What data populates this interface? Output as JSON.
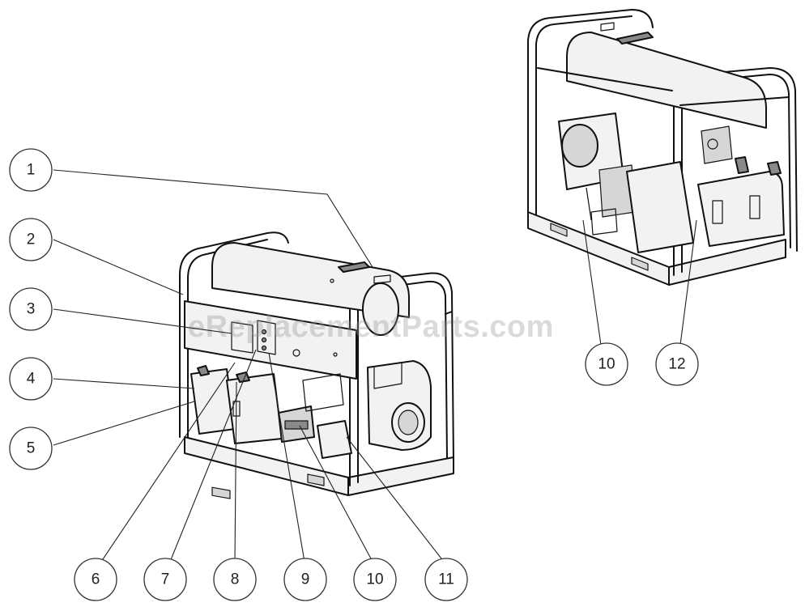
{
  "watermark": "eReplacementParts.com",
  "callouts": [
    "1",
    "2",
    "3",
    "4",
    "5",
    "6",
    "7",
    "8",
    "9",
    "10",
    "10",
    "11",
    "12"
  ]
}
